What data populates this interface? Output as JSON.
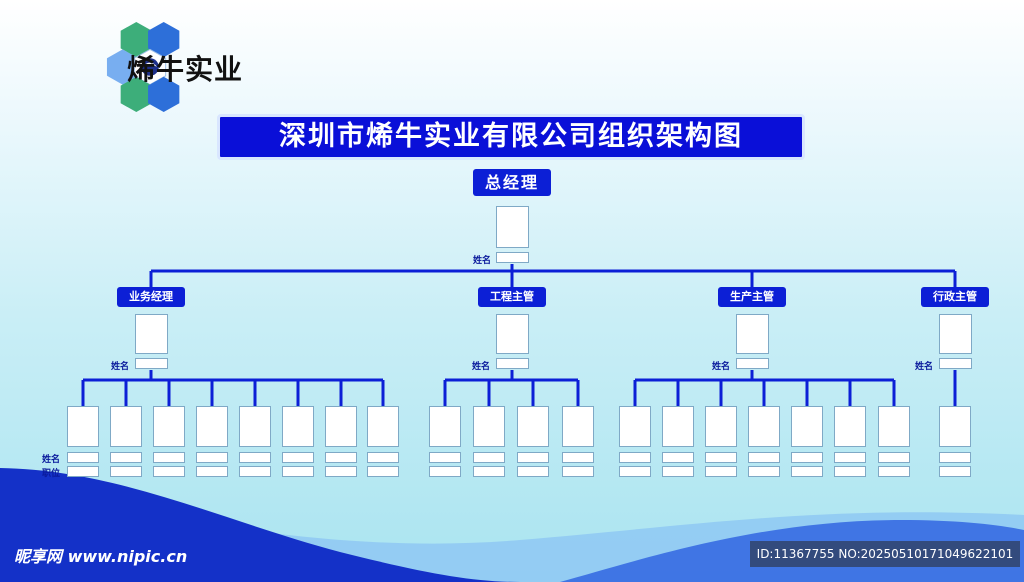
{
  "brand": {
    "name": "烯牛实业"
  },
  "title": "深圳市烯牛实业有限公司组织架构图",
  "ceo": {
    "label": "总经理",
    "name_label": "姓名"
  },
  "departments": [
    {
      "label": "业务经理",
      "name_label": "姓名",
      "staff_count": 8
    },
    {
      "label": "工程主管",
      "name_label": "姓名",
      "staff_count": 4
    },
    {
      "label": "生产主管",
      "name_label": "姓名",
      "staff_count": 7
    },
    {
      "label": "行政主管",
      "name_label": "姓名",
      "staff_count": 1
    }
  ],
  "staff_labels": {
    "name": "姓名",
    "position": "职位"
  },
  "colors": {
    "line": "#0c1fd6",
    "tag": "#0c1fd6",
    "title_bg": "#0a0fd8",
    "wave_dark": "#1431c8",
    "wave_light": "#6fb3ee"
  },
  "watermark": {
    "left": "昵享网 www.nipic.cn",
    "right": "ID:11367755 NO:20250510171049622101"
  }
}
